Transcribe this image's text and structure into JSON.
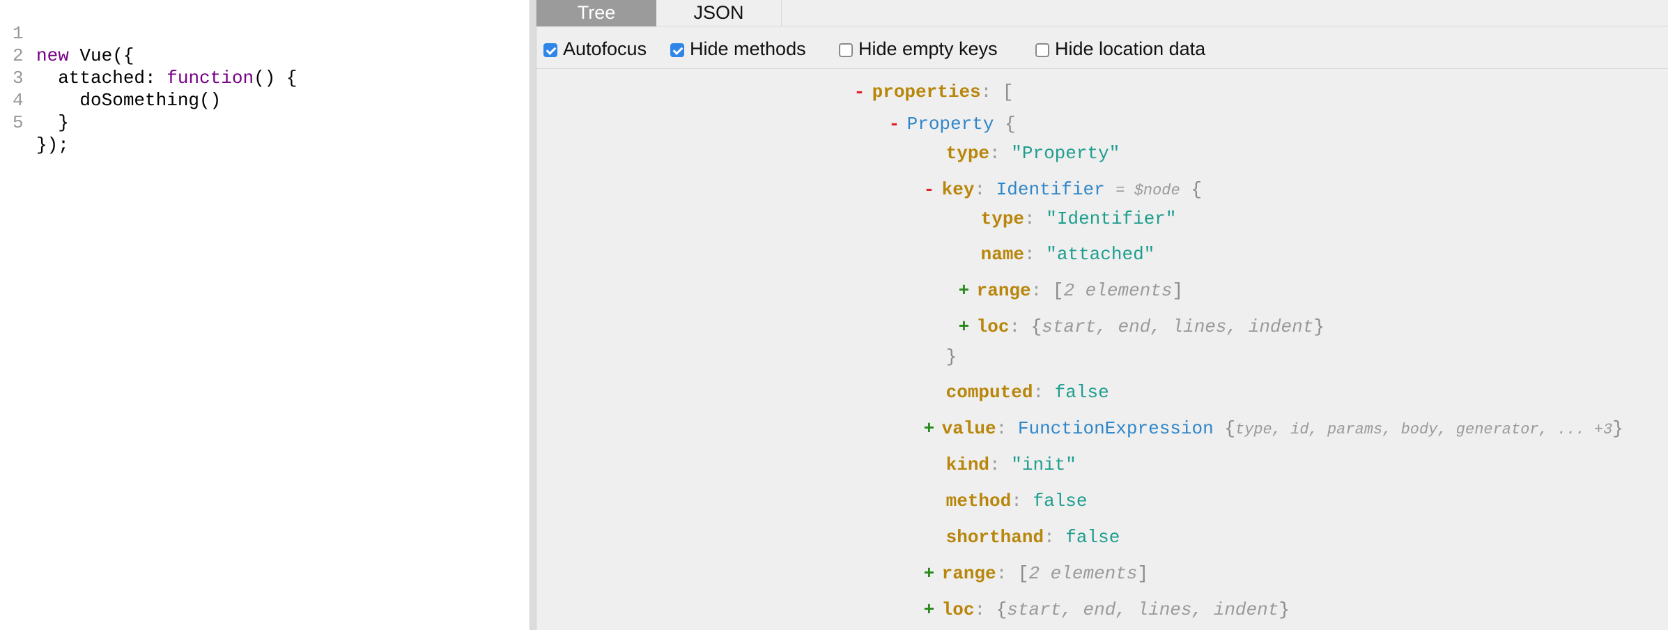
{
  "editor": {
    "lines": [
      {
        "num": "1",
        "pre": "",
        "kw": "new",
        "post": " Vue({"
      },
      {
        "num": "2",
        "pre": "  attached: ",
        "kw": "function",
        "post": "() {"
      },
      {
        "num": "3",
        "pre": "    doSomething()",
        "kw": "",
        "post": ""
      },
      {
        "num": "4",
        "pre": "  }",
        "kw": "",
        "post": ""
      },
      {
        "num": "5",
        "pre": "});",
        "kw": "",
        "post": ""
      }
    ]
  },
  "tabs": {
    "tree": "Tree",
    "json": "JSON"
  },
  "options": {
    "autofocus": {
      "label": "Autofocus",
      "checked": true
    },
    "hide_methods": {
      "label": "Hide methods",
      "checked": true
    },
    "hide_empty_keys": {
      "label": "Hide empty keys",
      "checked": false
    },
    "hide_location": {
      "label": "Hide location data",
      "checked": false
    }
  },
  "tree": {
    "properties": {
      "toggle": "-",
      "key": "properties",
      "colon": ":",
      "open": "["
    },
    "property": {
      "toggle": "-",
      "type": "Property",
      "open": "{"
    },
    "type": {
      "key": "type",
      "colon": ":",
      "value": "\"Property\""
    },
    "key": {
      "toggle": "-",
      "key": "key",
      "colon": ":",
      "type": "Identifier",
      "ref": "= $node",
      "open": "{"
    },
    "key_type": {
      "key": "type",
      "colon": ":",
      "value": "\"Identifier\""
    },
    "key_name": {
      "key": "name",
      "colon": ":",
      "value": "\"attached\""
    },
    "key_range": {
      "toggle": "+",
      "key": "range",
      "colon": ":",
      "open": "[",
      "summary": "2 elements",
      "close": "]"
    },
    "key_loc": {
      "toggle": "+",
      "key": "loc",
      "colon": ":",
      "open": "{",
      "summary": "start, end, lines, indent",
      "close": "}"
    },
    "key_close": "}",
    "computed": {
      "key": "computed",
      "colon": ":",
      "value": "false"
    },
    "value": {
      "toggle": "+",
      "key": "value",
      "colon": ":",
      "type": "FunctionExpression",
      "open": "{",
      "summary": "type, id, params, body, generator, ... +3",
      "close": "}"
    },
    "kind": {
      "key": "kind",
      "colon": ":",
      "value": "\"init\""
    },
    "method": {
      "key": "method",
      "colon": ":",
      "value": "false"
    },
    "shorthand": {
      "key": "shorthand",
      "colon": ":",
      "value": "false"
    },
    "range": {
      "toggle": "+",
      "key": "range",
      "colon": ":",
      "open": "[",
      "summary": "2 elements",
      "close": "]"
    },
    "loc": {
      "toggle": "+",
      "key": "loc",
      "colon": ":",
      "open": "{",
      "summary": "start, end, lines, indent",
      "close": "}"
    },
    "property_close": "}"
  },
  "colors": {
    "tab_active_bg": "#9b9b9b",
    "checkbox_checked": "#2f86e8",
    "toggle_minus": "#e0202a",
    "toggle_plus": "#2b8a1e",
    "key": "#b8860b",
    "node_type": "#2f86c9",
    "value": "#1e9e8e",
    "keyword": "#770088"
  }
}
